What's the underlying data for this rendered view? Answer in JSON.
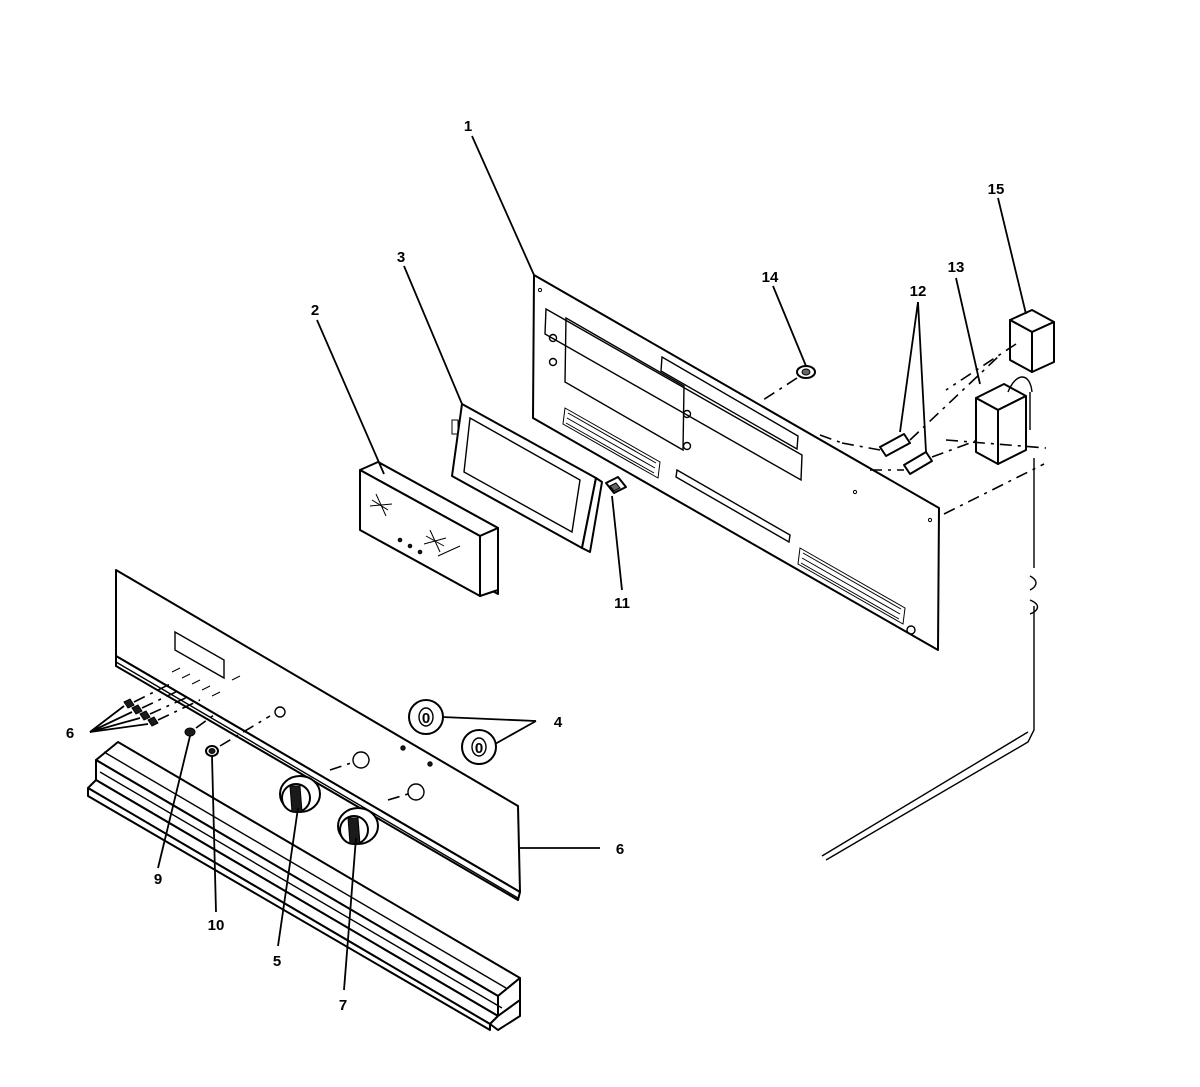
{
  "callouts": [
    {
      "id": "1",
      "text": "1"
    },
    {
      "id": "2",
      "text": "2"
    },
    {
      "id": "3",
      "text": "3"
    },
    {
      "id": "4",
      "text": "4"
    },
    {
      "id": "5",
      "text": "5"
    },
    {
      "id": "6a",
      "text": "6"
    },
    {
      "id": "6b",
      "text": "6"
    },
    {
      "id": "7",
      "text": "7"
    },
    {
      "id": "9",
      "text": "9"
    },
    {
      "id": "10",
      "text": "10"
    },
    {
      "id": "11",
      "text": "11"
    },
    {
      "id": "12",
      "text": "12"
    },
    {
      "id": "13",
      "text": "13"
    },
    {
      "id": "14",
      "text": "14"
    },
    {
      "id": "15",
      "text": "15"
    }
  ],
  "knob_insert_marks": {
    "upper": "0",
    "lower": "0"
  }
}
